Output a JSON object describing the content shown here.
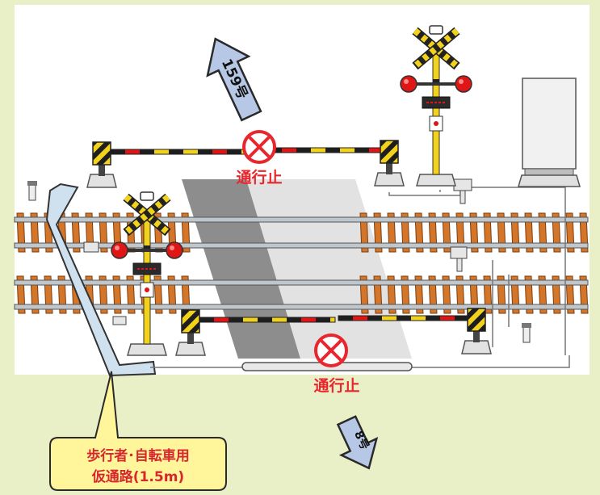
{
  "scene": {
    "road_north_label": "159号",
    "road_south_label": "8号",
    "closed_label_north": "通行止",
    "closed_label_south": "通行止",
    "detour_label_line1": "歩行者･自転車用",
    "detour_label_line2": "仮通路(1.5m)"
  },
  "colors": {
    "background": "#e9efc6",
    "diagram_area": "#ffffff",
    "arrow_fill": "#b7c8e6",
    "arrow_stroke": "#2a2a2a",
    "closed_red": "#e8262d",
    "callout_fill": "#fff59a",
    "callout_text": "#d8262f",
    "rail": "#bfc6cc",
    "sleeper": "#d4762a",
    "detour_path": "#cfe0ee",
    "crossing_dark": "#8d8d8d",
    "crossing_light": "#e2e2e2",
    "signal_yellow": "#f2d21b",
    "signal_red": "#e01515",
    "cabinet": "#f1f1f1"
  },
  "icons": {
    "closed": "no-entry-x-circle",
    "north": "north-arrow",
    "south": "south-arrow",
    "crossing_signal": "railroad-crossing-signal",
    "barrier": "crossing-gate-arm"
  }
}
